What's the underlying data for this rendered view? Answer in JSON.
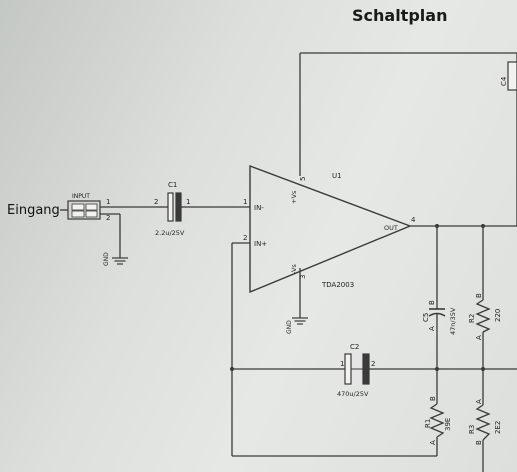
{
  "title": "Schaltplan",
  "input_label": "Eingang",
  "connector": {
    "label": "INPUT",
    "pin1": "1",
    "pin2": "2",
    "gnd": "GND"
  },
  "c1": {
    "name": "C1",
    "value": "2.2u/25V",
    "pin_left": "2",
    "pin_right": "1"
  },
  "u1": {
    "name": "U1",
    "part": "TDA2003",
    "in_minus": "IN-",
    "in_plus": "IN+",
    "pin_in_minus": "1",
    "pin_in_plus": "2",
    "vs_plus": "+Vs",
    "vs_minus": "-Vs",
    "pin_vs_plus": "5",
    "pin_vs_minus": "3",
    "out": "OUT",
    "pin_out": "4",
    "gnd": "GND"
  },
  "c2": {
    "name": "C2",
    "value": "470u/25V",
    "pin_left": "1",
    "pin_right": "2"
  },
  "c4": {
    "name": "C4"
  },
  "c5": {
    "name": "C5",
    "value": "47n/35V",
    "pin_a": "A",
    "pin_b": "B"
  },
  "r1": {
    "name": "R1",
    "value": "39E",
    "pin_a": "A",
    "pin_b": "B"
  },
  "r2": {
    "name": "R2",
    "value": "220",
    "pin_a": "A",
    "pin_b": "B"
  },
  "r3": {
    "name": "R3",
    "value": "2E2",
    "pin_a": "A",
    "pin_b": "B"
  },
  "colors": {
    "wire": "#3a3a3a",
    "text": "#222222"
  }
}
